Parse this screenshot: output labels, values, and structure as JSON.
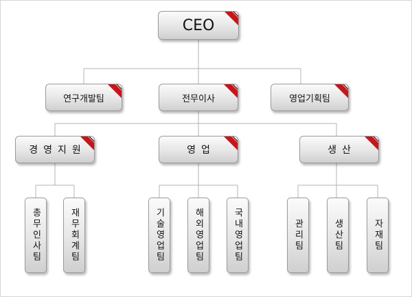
{
  "org": {
    "ceo": "CEO",
    "level2": [
      "연구개발팀",
      "전무이사",
      "영업기획팀"
    ],
    "level3": [
      "경영지원",
      "영업",
      "생산"
    ],
    "teams": [
      "총무인사팀",
      "재무회계팀",
      "기술영업팀",
      "해외영업팀",
      "국내영업팀",
      "관리팀",
      "생산팀",
      "자재팀"
    ]
  },
  "colors": {
    "ribbon": "#c4161c",
    "line": "#b3b3b3",
    "node_border": "#9a9a9a"
  }
}
